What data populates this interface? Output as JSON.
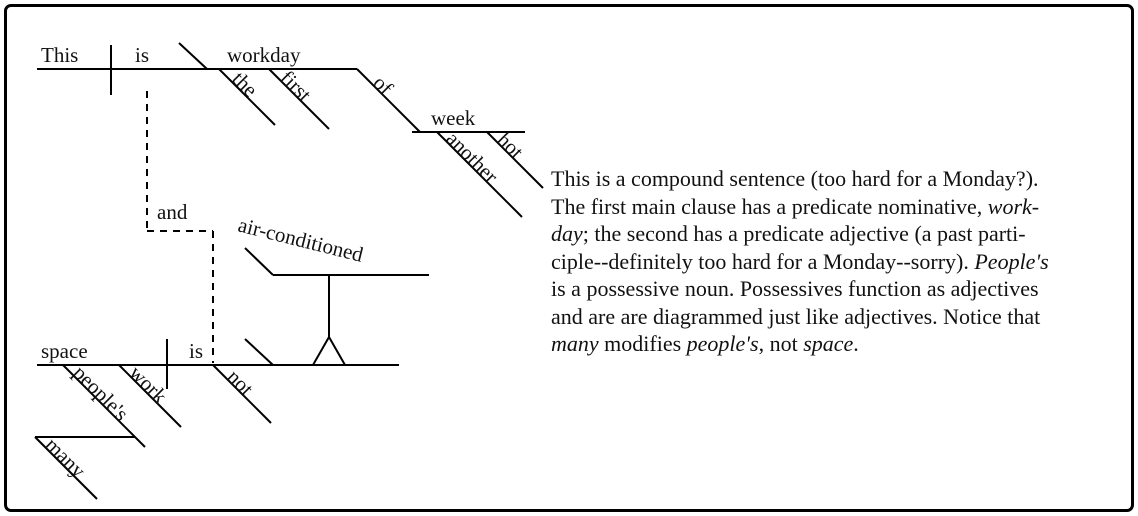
{
  "diagram": {
    "words": {
      "this": "This",
      "is1": "is",
      "workday": "workday",
      "the": "the",
      "first": "first",
      "of": "of",
      "week": "week",
      "another": "another",
      "hot": "hot",
      "and": "and",
      "air_conditioned": "air-conditioned",
      "space": "space",
      "is2": "is",
      "not": "not",
      "work": "work",
      "peoples": "people's",
      "many": "many"
    }
  },
  "commentary": {
    "lines": [
      [
        {
          "t": "This is a compound sentence (too hard for a Monday?)."
        }
      ],
      [
        {
          "t": "The first main clause has a predicate nominative, "
        },
        {
          "t": "work-",
          "i": true
        }
      ],
      [
        {
          "t": "day",
          "i": true
        },
        {
          "t": "; the second has a predicate adjective (a past parti-"
        }
      ],
      [
        {
          "t": "ciple--definitely too hard for a Monday--sorry). "
        },
        {
          "t": "People's",
          "i": true
        }
      ],
      [
        {
          "t": "is a possessive noun. Possessives function as adjectives"
        }
      ],
      [
        {
          "t": "and are are diagrammed just like adjectives. Notice that"
        }
      ],
      [
        {
          "t": "many",
          "i": true
        },
        {
          "t": " modifies "
        },
        {
          "t": "people's",
          "i": true
        },
        {
          "t": ", not "
        },
        {
          "t": "space",
          "i": true
        },
        {
          "t": "."
        }
      ]
    ]
  }
}
